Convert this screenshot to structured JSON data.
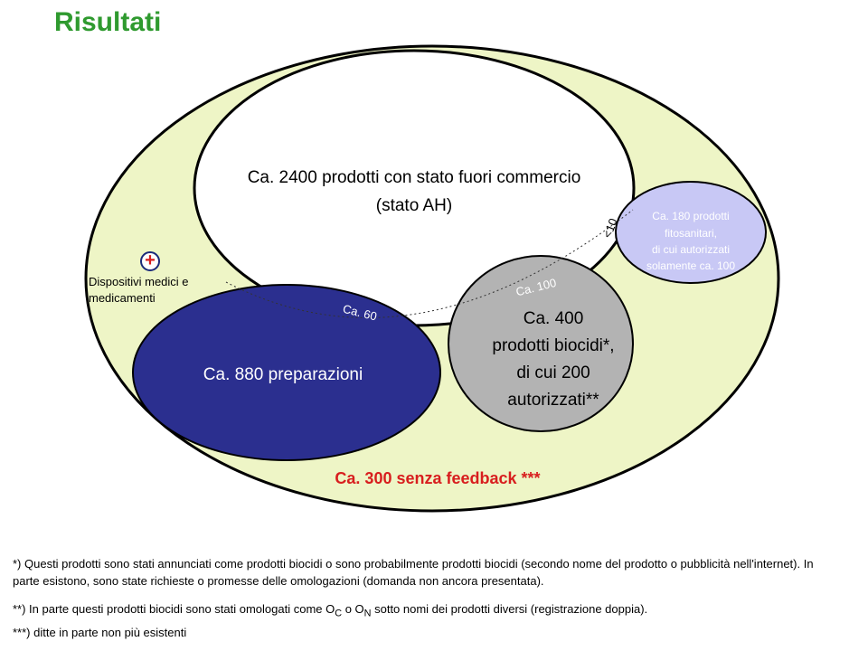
{
  "title": "Risultati",
  "diagram": {
    "fuori_commercio_line1": "Ca. 2400 prodotti con stato fuori commercio",
    "fuori_commercio_line2": "(stato AH)",
    "preparazioni": "Ca. 880 preparazioni",
    "biocidi_line1": "Ca. 400",
    "biocidi_line2": "prodotti biocidi*,",
    "biocidi_line3": "di cui 200",
    "biocidi_line4": "autorizzati**",
    "fitosanitari_line1": "Ca. 180 prodotti",
    "fitosanitari_line2": "fitosanitari,",
    "fitosanitari_line3": "di cui autorizzati",
    "fitosanitari_line4": "solamente ca. 100",
    "overlap_60": "Ca. 60",
    "overlap_100": "Ca. 100",
    "overlap_10": "<10",
    "senza_feedback": "Ca. 300 senza feedback ***",
    "plus_symbol": "+",
    "dispositivi_line1": "Dispositivi medici e",
    "dispositivi_line2": "medicamenti"
  },
  "footnotes": {
    "f1": "*) Questi prodotti sono stati annunciati come prodotti biocidi o sono probabilmente prodotti biocidi (secondo nome del prodotto o pubblicità nell'internet). In parte esistono, sono state richieste o promesse delle omologazioni (domanda non ancora presentata).",
    "f2_a": "**) In parte questi prodotti biocidi sono stati omologati come O",
    "f2_sub1": "C",
    "f2_b": " o O",
    "f2_sub2": "N",
    "f2_c": " sotto nomi dei prodotti diversi (registrazione doppia).",
    "f3": "***) ditte in parte non più esistenti"
  },
  "colors": {
    "title": "#2f9a2f",
    "outer_fill": "#eef5c6",
    "preparazioni_fill": "#2b2f8f",
    "biocidi_fill": "#b3b3b3",
    "fitosanitari_fill": "#c8c8f5",
    "senza_feedback_text": "#d81e1e",
    "plus_symbol": "#d81e1e"
  }
}
